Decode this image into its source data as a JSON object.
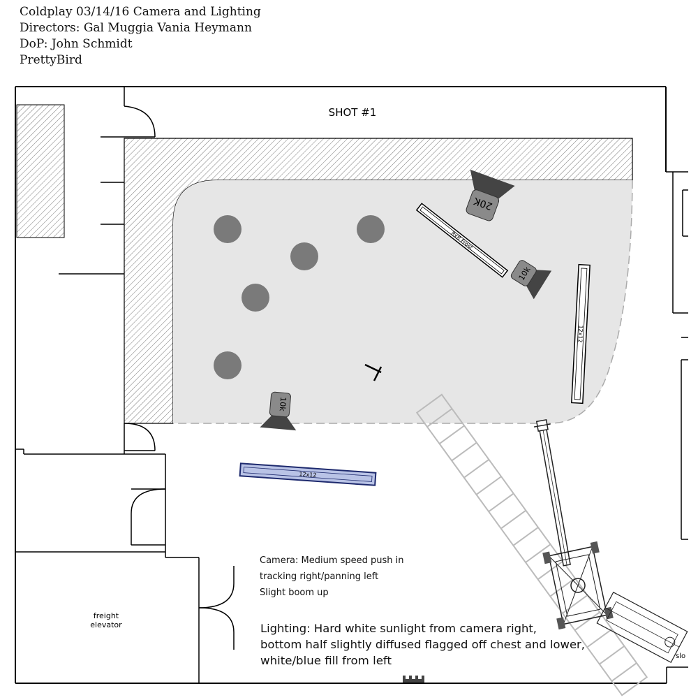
{
  "header": {
    "title_line": "Coldplay 03/14/16 Camera and Lighting",
    "directors_line": "Directors: Gal Muggia Vania Heymann",
    "dop_line": "DoP: John Schmidt",
    "company_line": "PrettyBird"
  },
  "plan": {
    "shot_label": "SHOT #1",
    "freight_label_line1": "freight",
    "freight_label_line2": "elevator",
    "corner_label": "slo",
    "lights": [
      {
        "label": "20K"
      },
      {
        "label": "10k"
      },
      {
        "label": "10k"
      }
    ],
    "frames": [
      {
        "label": "8x8 Frost"
      },
      {
        "label": "12x12"
      },
      {
        "label": "12x12"
      }
    ]
  },
  "notes": {
    "camera_line1": "Camera: Medium speed push in",
    "camera_line2": "tracking right/panning left",
    "camera_line3": "Slight boom up",
    "lighting_line1": "Lighting: Hard white sunlight from camera right,",
    "lighting_line2": "bottom half slightly diffused flagged off chest and lower,",
    "lighting_line3": "white/blue fill from left"
  },
  "colors": {
    "stage": "#e6e6e6",
    "subject": "#7a7a7a",
    "light_body": "#8a8a8a",
    "light_barn": "#444444",
    "fill_frame": "#b9c3e6",
    "fill_frame_stroke": "#1e2a6e",
    "walls": "#000000"
  }
}
